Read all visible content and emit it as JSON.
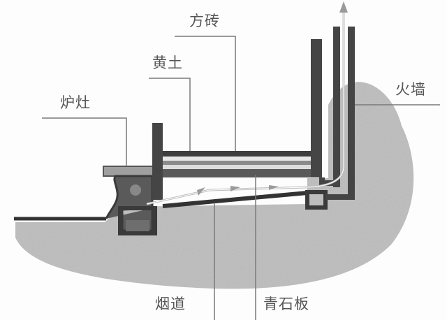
{
  "diagram": {
    "subject": "Kang heated bed cross-section",
    "labels": {
      "fangzhuan": "方砖",
      "huangtu": "黄土",
      "luzao": "炉灶",
      "huoqiang": "火墙",
      "yandao": "烟道",
      "qingshiban": "青石板"
    },
    "colors": {
      "wall": "#454545",
      "ground": "#bdbdbd",
      "leader_line": "#7a7a7a",
      "text": "#555555",
      "flow_arrow": "#9a9a9a"
    }
  }
}
